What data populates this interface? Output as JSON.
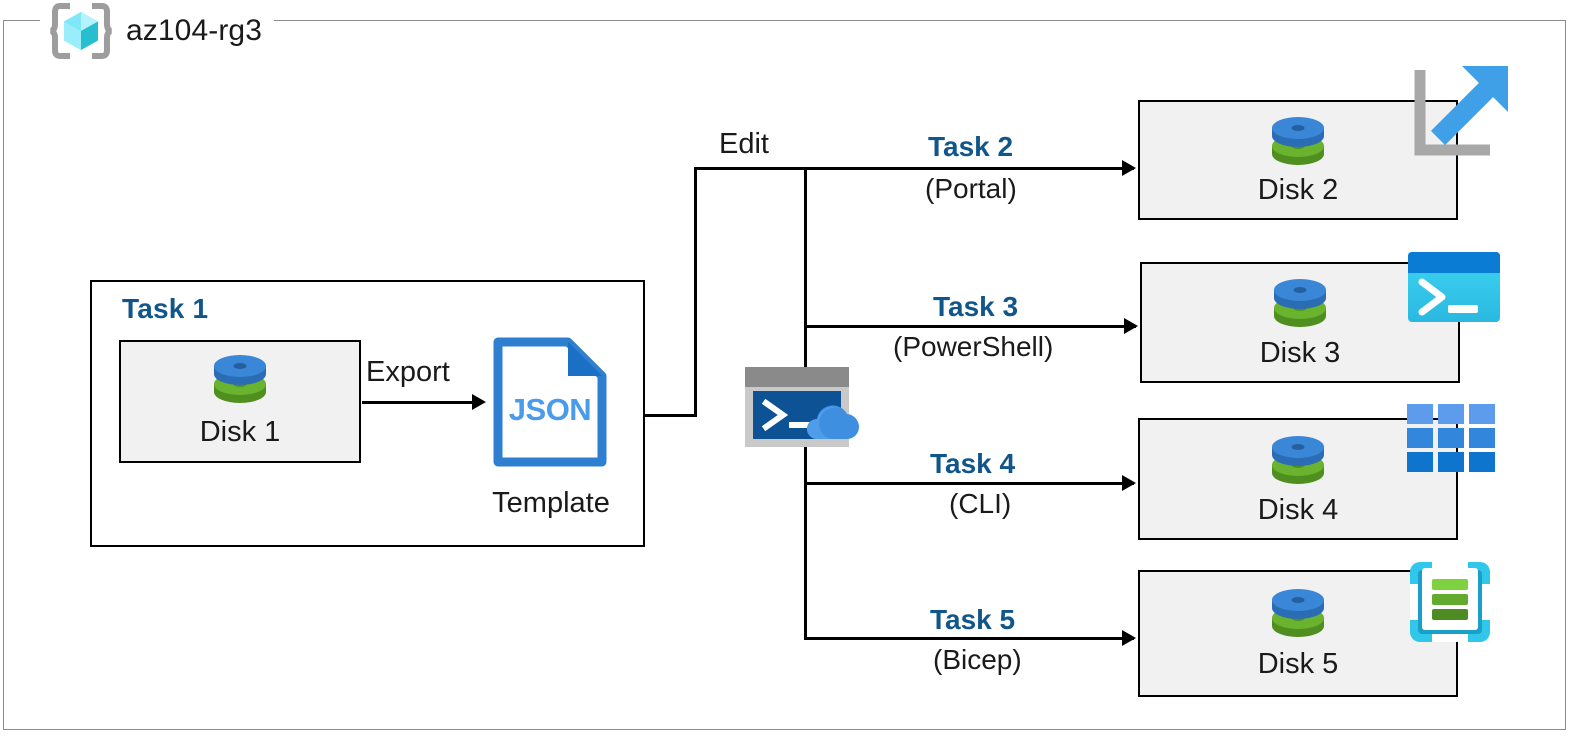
{
  "diagram": {
    "type": "azure-architecture",
    "resource_group": {
      "name": "az104-rg3",
      "icon": "azure-resource-group-icon"
    },
    "task1": {
      "title": "Task 1",
      "disk_label": "Disk 1",
      "disk_icon": "azure-managed-disk-icon",
      "export_label": "Export",
      "template_file_type": "JSON",
      "template_caption": "Template",
      "template_icon": "json-file-icon"
    },
    "edit_label": "Edit",
    "cloud_shell": {
      "icon": "azure-cloud-shell-icon"
    },
    "branches": [
      {
        "task": "Task 2",
        "method": "(Portal)",
        "disk_label": "Disk 2",
        "disk_icon": "azure-managed-disk-icon",
        "badge_icon": "azure-portal-icon"
      },
      {
        "task": "Task 3",
        "method": "(PowerShell)",
        "disk_label": "Disk 3",
        "disk_icon": "azure-managed-disk-icon",
        "badge_icon": "powershell-icon"
      },
      {
        "task": "Task 4",
        "method": "(CLI)",
        "disk_label": "Disk 4",
        "disk_icon": "azure-managed-disk-icon",
        "badge_icon": "azure-cli-icon"
      },
      {
        "task": "Task 5",
        "method": "(Bicep)",
        "disk_label": "Disk 5",
        "disk_icon": "azure-managed-disk-icon",
        "badge_icon": "bicep-template-icon"
      }
    ],
    "colors": {
      "task_blue": "#11568a",
      "frame_gray": "#8c8c8c",
      "box_fill": "#f1f1f1",
      "disk_blue": "#3a87d8",
      "disk_green": "#6ab32e",
      "json_blue": "#2f7fd1",
      "portal_arrow_blue": "#3fa0e8",
      "powershell_cyan": "#2ecbf0",
      "cli_blue": "#2a7fd4",
      "bicep_cyan": "#30c7ea",
      "bicep_green": "#74bf3a",
      "line_black": "#000000"
    }
  }
}
